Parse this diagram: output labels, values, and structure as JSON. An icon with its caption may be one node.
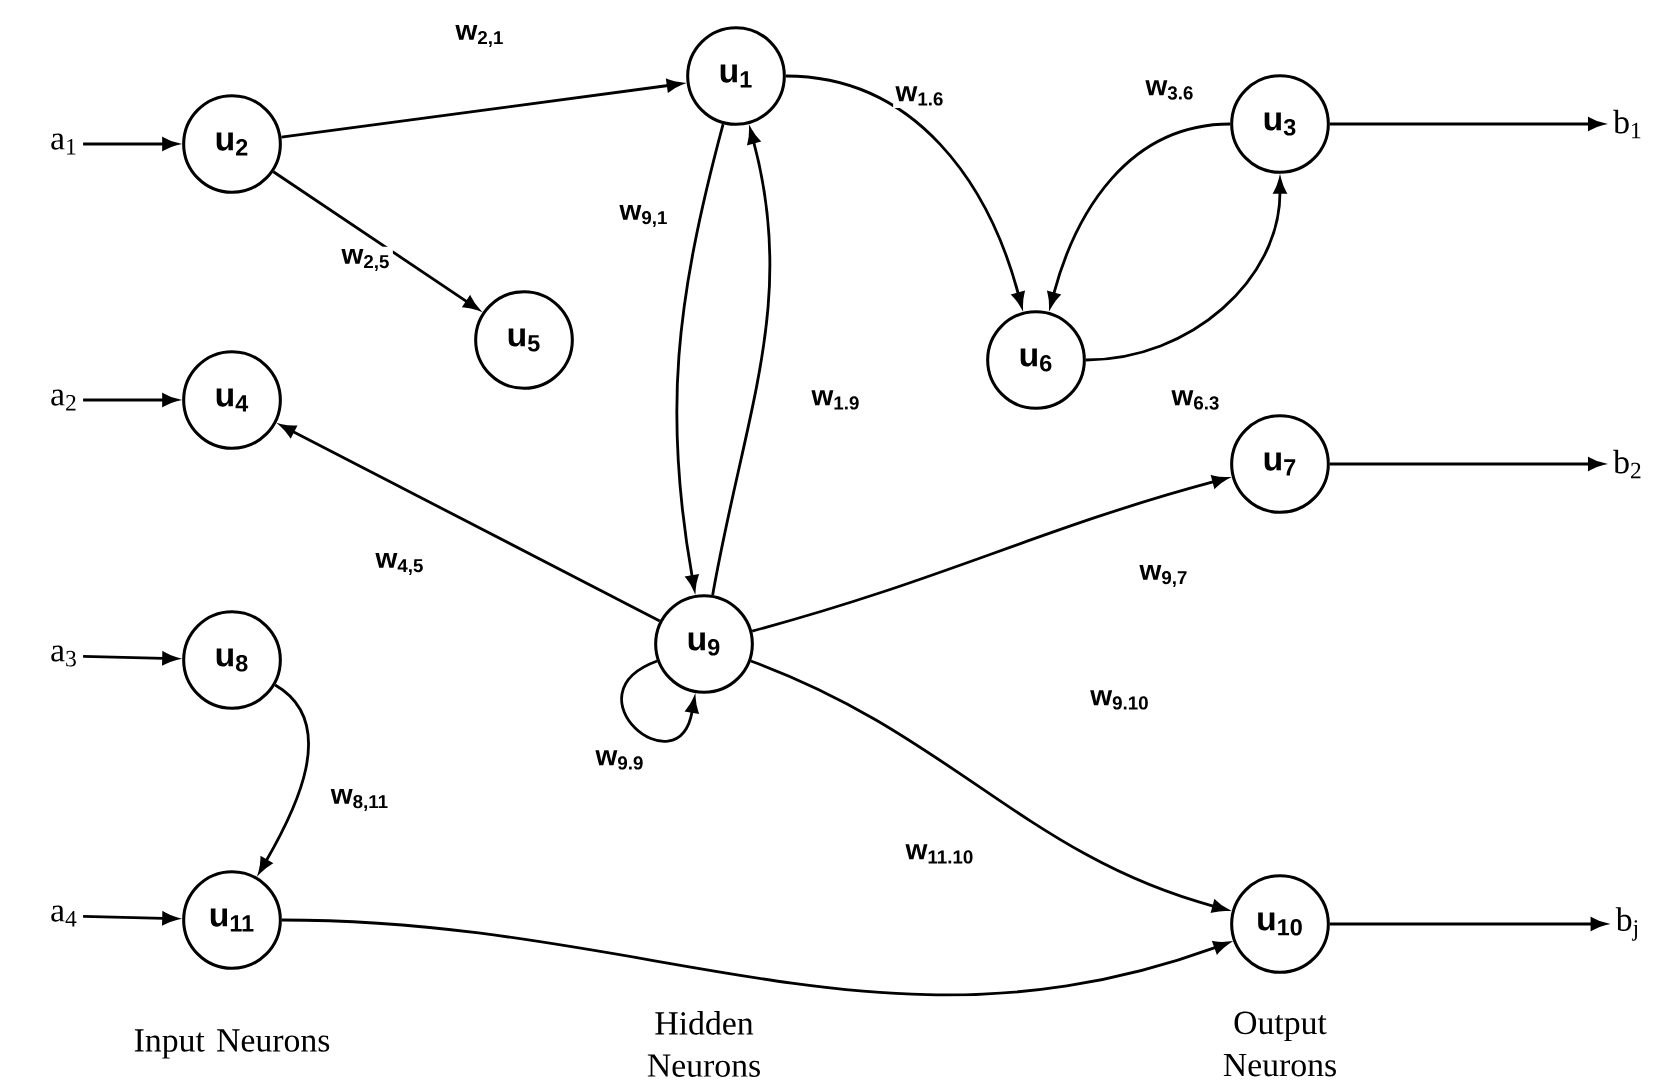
{
  "diagram": {
    "nodes": [
      {
        "text": [
          "a$_{1}$"
        ]
      },
      {
        "text": [
          "u$_{2}$"
        ]
      },
      {
        "text": [
          "u$_{1}$"
        ]
      },
      {
        "text": [
          "u$_{5}$"
        ]
      },
      {
        "text": [
          "a$_{2}$"
        ]
      },
      {
        "text": [
          "u$_{4}$"
        ]
      },
      {
        "text": [
          "u$_{6}$"
        ]
      },
      {
        "text": [
          "u$_{3}$"
        ]
      },
      {
        "text": [
          "b$_{1}$"
        ]
      },
      {
        "text": [
          "u$_{7}$"
        ]
      },
      {
        "text": [
          "b$_{2}$"
        ]
      },
      {
        "text": [
          "a$_{3}$"
        ]
      },
      {
        "text": [
          "u$_{8}$"
        ]
      },
      {
        "text": [
          "u$_{9}$"
        ]
      },
      {
        "text": [
          "a$_{4}$"
        ]
      },
      {
        "text": [
          "u$_{11}$"
        ]
      },
      {
        "text": [
          "u$_{10}$"
        ]
      },
      {
        "text": [
          "b$_{j}$"
        ]
      }
    ],
    "edges": [
      {
        "from": 0,
        "to": 1,
        "arrow": "to"
      },
      {
        "from": 1,
        "to": 2,
        "arrow": "to",
        "label": "w$_{2,1}$"
      },
      {
        "from": 1,
        "to": 3,
        "arrow": "to",
        "label": "w$_{2,5}$"
      },
      {
        "from": 2,
        "to": 13,
        "arrow": "to",
        "label": "w$_{9,1}$"
      },
      {
        "from": 13,
        "to": 2,
        "arrow": "to",
        "label": "w$_{1.9}$"
      },
      {
        "from": 2,
        "to": 6,
        "arrow": "to",
        "label": "w$_{1.6}$"
      },
      {
        "from": 7,
        "to": 6,
        "arrow": "to",
        "label": "w$_{3.6}$"
      },
      {
        "from": 6,
        "to": 7,
        "arrow": "to",
        "label": "w$_{6.3}$"
      },
      {
        "from": 7,
        "to": 8,
        "arrow": "to"
      },
      {
        "from": 4,
        "to": 5,
        "arrow": "to"
      },
      {
        "from": 13,
        "to": 5,
        "arrow": "to",
        "label": "w$_{4,5}$"
      },
      {
        "from": 13,
        "to": 9,
        "arrow": "to",
        "label": "w$_{9,7}$"
      },
      {
        "from": 9,
        "to": 10,
        "arrow": "to"
      },
      {
        "from": 13,
        "to": 13,
        "arrow": "to",
        "label": "w$_{9.9}$"
      },
      {
        "from": 13,
        "to": 16,
        "arrow": "to",
        "label": "w$_{9.10}$"
      },
      {
        "from": 11,
        "to": 12,
        "arrow": "to"
      },
      {
        "from": 12,
        "to": 15,
        "arrow": "to",
        "label": "w$_{8,11}$"
      },
      {
        "from": 14,
        "to": 15,
        "arrow": "to"
      },
      {
        "from": 15,
        "to": 16,
        "arrow": "to",
        "label": "w$_{11.10}$"
      },
      {
        "from": 16,
        "to": 17,
        "arrow": "to"
      }
    ],
    "labels": [
      "Input Neurons",
      "Hidden Neurons",
      "Output Neurons"
    ]
  }
}
